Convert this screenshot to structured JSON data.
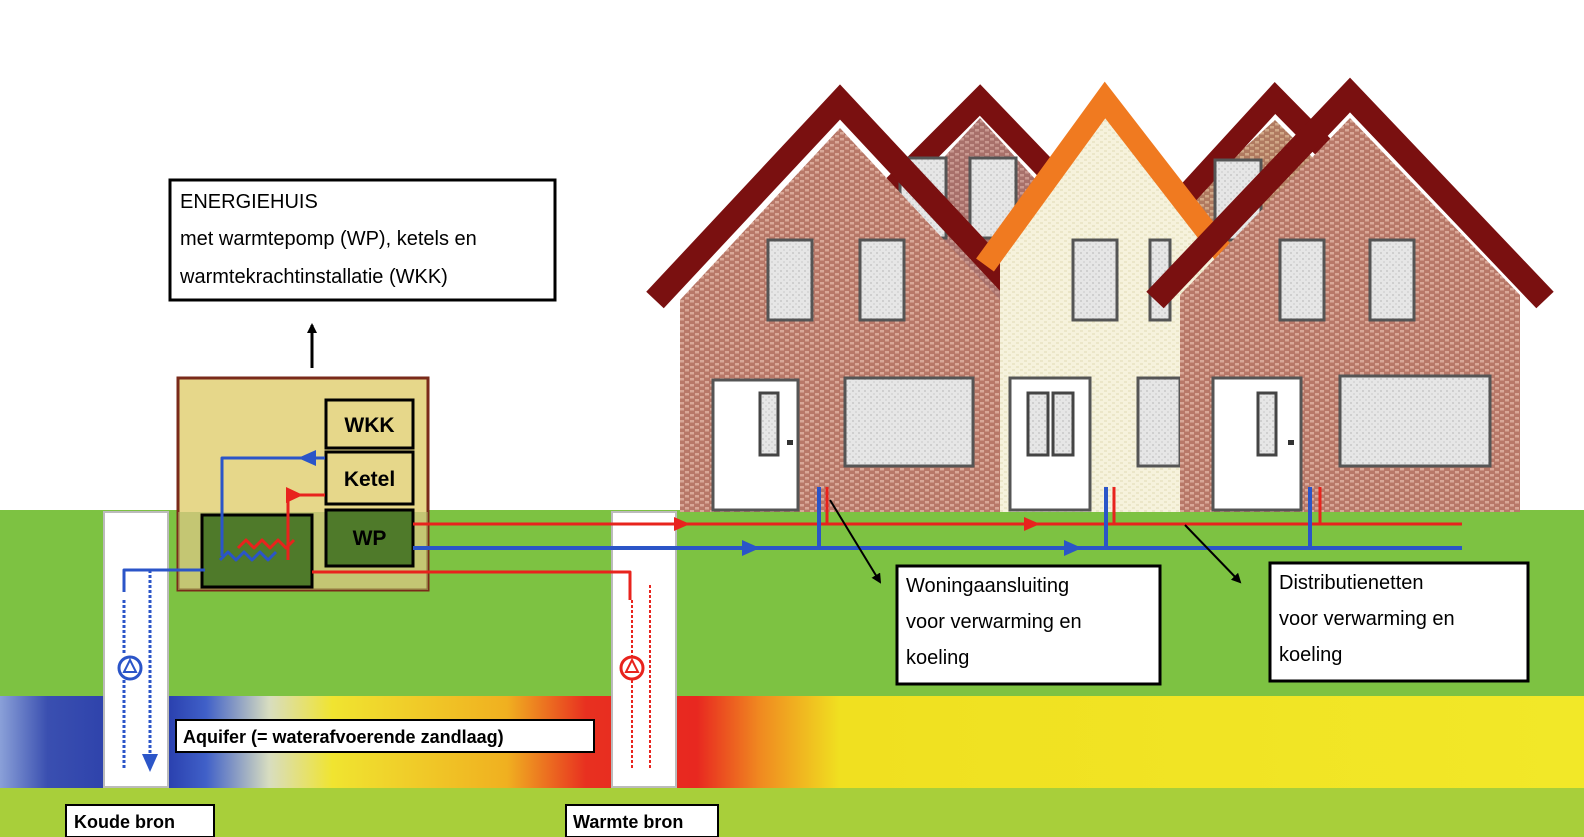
{
  "colors": {
    "sky": "#ffffff",
    "grass": "#7dc242",
    "ground_bottom": "#a8cf3a",
    "brick_dark": "#b07060",
    "brick_light": "#c8907a",
    "roof": "#7a1010",
    "roof_orange": "#f07a20",
    "cream_house": "#f4f0d8",
    "hot_pipe": "#e8231d",
    "cold_pipe": "#2b55c8",
    "energy_house": "#e6d78a",
    "energy_house_border": "#7a2a1a",
    "unit_fill": "#e6d78a",
    "wp_fill": "#4f7a2a"
  },
  "energiehuis_label": {
    "title": "ENERGIEHUIS",
    "line1": "met warmtepomp (WP), ketels en",
    "line2": "warmtekrachtinstallatie (WKK)"
  },
  "units": {
    "wkk": "WKK",
    "ketel": "Ketel",
    "wp": "WP"
  },
  "woningaansluiting": {
    "line1": "Woningaansluiting",
    "line2": "voor verwarming en",
    "line3": "koeling"
  },
  "distributienetten": {
    "line1": "Distributienetten",
    "line2": "voor verwarming en",
    "line3": "koeling"
  },
  "aquifer_label": "Aquifer (= waterafvoerende zandlaag)",
  "koude_bron": "Koude bron",
  "warmte_bron": "Warmte bron"
}
